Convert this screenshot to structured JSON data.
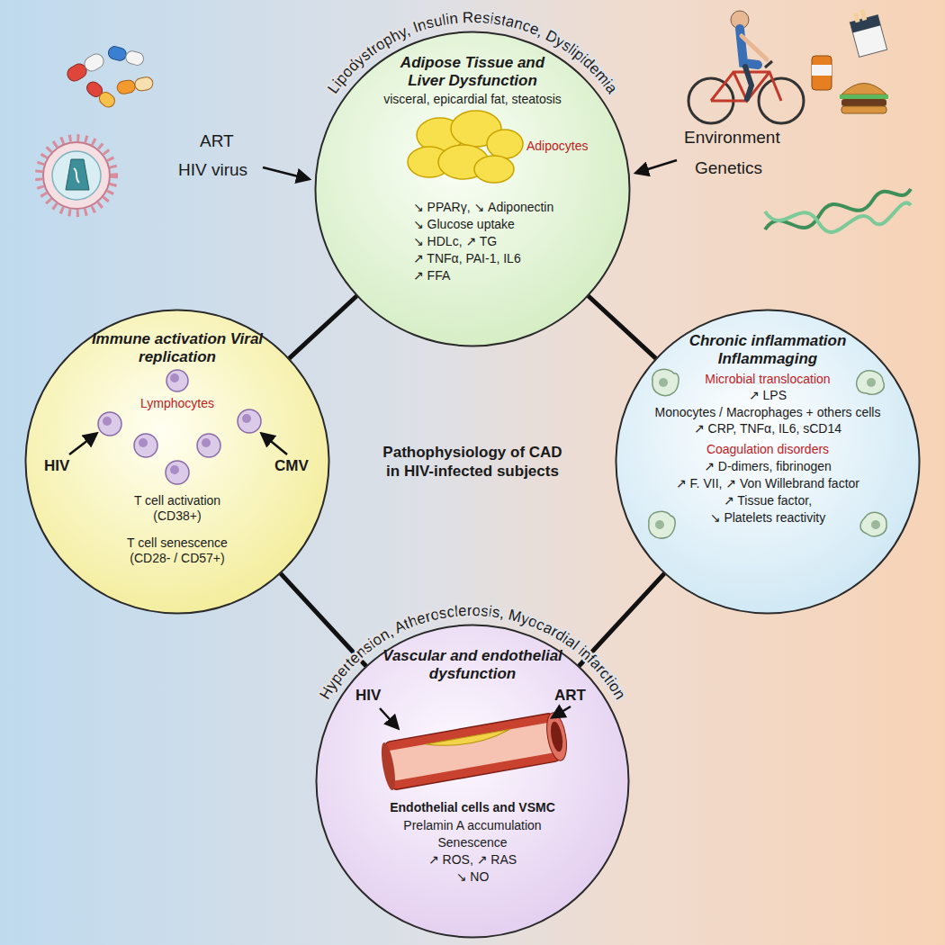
{
  "diagram": {
    "title": "Pathophysiology of CAD in HIV-infected subjects",
    "nodes": [
      {
        "text": [
          "Lipodystrophy, Insulin Resistance, Dyslipidemia",
          "Adipose Tissue and Liver Dysfunction",
          "visceral, epicardial fat, steatosis",
          "Adipocytes",
          "↘ PPARγ, ↘ Adiponectin",
          "↘ Glucose uptake",
          "↘ HDLc, ↗ TG",
          "↗ TNFα, PAI-1, IL6",
          "↗ FFA"
        ]
      },
      {
        "text": [
          "Immune activation Viral replication",
          "Lymphocytes",
          "HIV",
          "CMV",
          "T cell activation (CD38+)",
          "T cell senescence (CD28- / CD57+)"
        ]
      },
      {
        "text": [
          "Chronic inflammation Inflammaging",
          "Microbial translocation",
          "↗ LPS",
          "Monocytes / Macrophages + others cells",
          "↗ CRP, TNFα, IL6, sCD14",
          "Coagulation disorders",
          "↗ D-dimers, fibrinogen",
          "↗ F. VII, ↗ Von Willebrand factor",
          "↗ Tissue factor,",
          "↘ Platelets reactivity"
        ]
      },
      {
        "text": [
          "Hypertension, Atherosclerosis, Myocardial infarction",
          "Vascular and endothelial dysfunction",
          "HIV",
          "ART",
          "Endothelial cells and VSMC",
          "Prelamin A accumulation",
          "Senescence",
          "↗ ROS, ↗ RAS",
          "↘ NO"
        ]
      }
    ],
    "edges": [
      {
        "from": 0,
        "to": 1,
        "arrow": "none"
      },
      {
        "from": 0,
        "to": 2,
        "arrow": "none"
      },
      {
        "from": 1,
        "to": 3,
        "arrow": "none"
      },
      {
        "from": 2,
        "to": 3,
        "arrow": "none"
      }
    ],
    "labels": [
      "ART",
      "HIV virus",
      "Environment",
      "Genetics"
    ]
  }
}
